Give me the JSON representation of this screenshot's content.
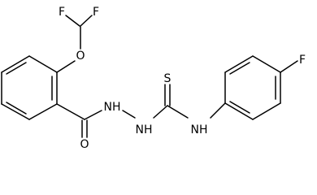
{
  "molecule": {
    "atoms": {
      "f_left": "F",
      "f_right": "F",
      "o_ether": "O",
      "o_carbonyl": "O",
      "nh_1": "NH",
      "nh_2": "NH",
      "s_thione": "S",
      "nh_3": "NH",
      "f_para": "F"
    }
  }
}
